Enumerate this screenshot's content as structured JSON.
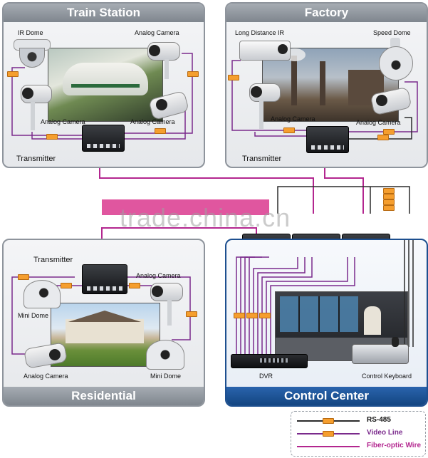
{
  "panels": {
    "train_station": {
      "title": "Train Station",
      "labels": {
        "ir_dome": "IR Dome",
        "analog_camera_top": "Analog Camera",
        "analog_camera_left": "Analog Camera",
        "analog_camera_right": "Analog Camera",
        "transmitter": "Transmitter"
      }
    },
    "factory": {
      "title": "Factory",
      "labels": {
        "long_distance_ir": "Long Distance IR",
        "speed_dome": "Speed Dome",
        "analog_camera_left": "Analog Camera",
        "analog_camera_right": "Analog Camera",
        "transmitter": "Transmitter"
      }
    },
    "residential": {
      "title": "Residential",
      "labels": {
        "transmitter": "Transmitter",
        "analog_camera_top": "Analog Camera",
        "mini_dome_left": "Mini Dome",
        "analog_camera_bottom": "Analog Camera",
        "mini_dome_right": "Mini Dome"
      }
    },
    "control_center": {
      "title": "Control Center",
      "labels": {
        "dvr": "DVR",
        "control_keyboard": "Control Keyboard"
      }
    }
  },
  "legend": {
    "rs485": "RS-485",
    "video_line": "Video Line",
    "fiber_optic_wire": "Fiber-optic Wire"
  },
  "watermark": "trade.china.cn",
  "colors": {
    "fiber": "#b3268f",
    "video": "#7a2a8c",
    "rs485": "#2b2b2b",
    "tag": "#f59e2e",
    "control_center_title": "#1a4e8d",
    "gray_title": "#868d95"
  }
}
